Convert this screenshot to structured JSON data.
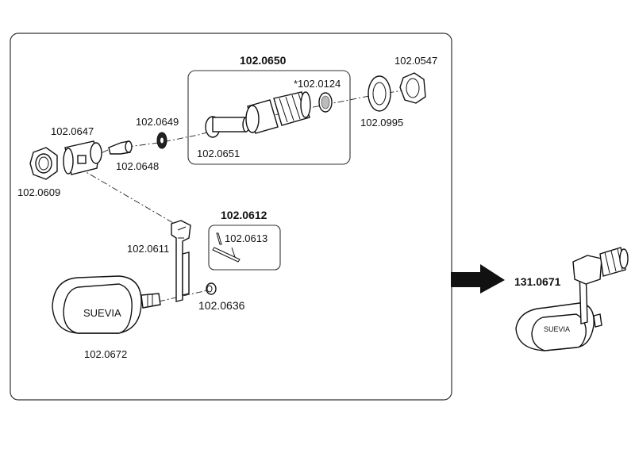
{
  "labels": {
    "p0650": "102.0650",
    "p0547": "102.0547",
    "p0124": "*102.0124",
    "p0995": "102.0995",
    "p0649": "102.0649",
    "p0647": "102.0647",
    "p0648": "102.0648",
    "p0651": "102.0651",
    "p0609": "102.0609",
    "p0612": "102.0612",
    "p0613": "102.0613",
    "p0611": "102.0611",
    "p0636": "102.0636",
    "p0672": "102.0672",
    "p0671": "131.0671"
  },
  "brand": {
    "main": "SUEVIA",
    "small": "SUEVIA"
  }
}
